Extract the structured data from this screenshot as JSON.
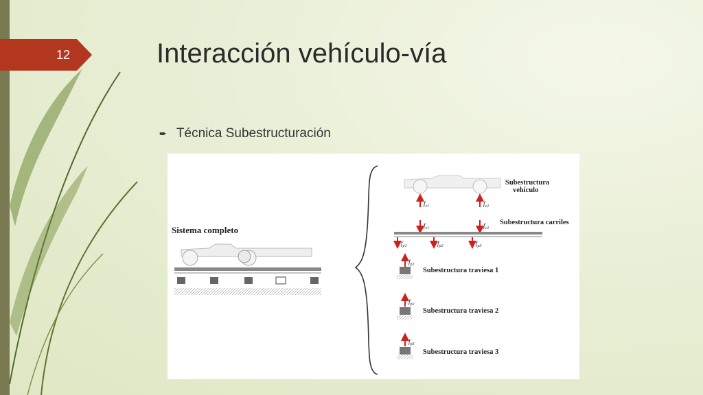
{
  "slide": {
    "number": "12",
    "title": "Interacción vehículo-vía",
    "bullet": "Técnica Subestructuración",
    "accent_color": "#b3371e",
    "bullet_icon": "arrow-right-icon"
  },
  "figure": {
    "left_label": "Sistema completo",
    "vehicle_label_1": "Subestructura",
    "vehicle_label_2": "vehículo",
    "rail_label": "Subestructura carriles",
    "sleeper_1_label": "Subestructura traviesa 1",
    "sleeper_2_label": "Subestructura traviesa 2",
    "sleeper_3_label": "Subestructura traviesa 3",
    "force_fc1": "f",
    "force_fc2": "f",
    "sub_c1": "c1",
    "sub_c2": "c2",
    "sub_p1": "p1",
    "sub_p2": "p2",
    "sub_p3": "p3",
    "force_color": "#d0201a"
  }
}
